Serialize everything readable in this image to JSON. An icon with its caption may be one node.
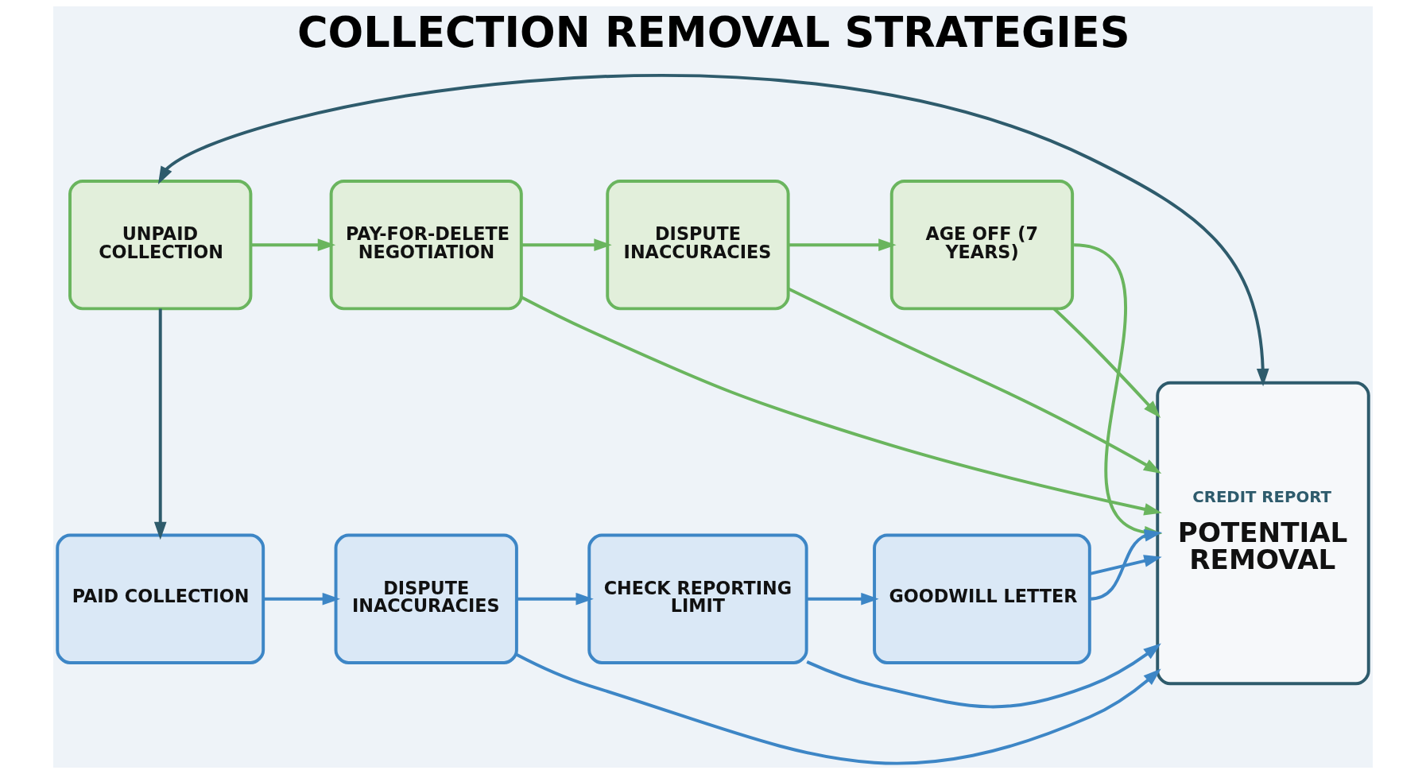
{
  "diagram": {
    "title": "COLLECTION REMOVAL STRATEGIES",
    "nodes": [
      {
        "text": [
          "UNPAID COLLECTION"
        ]
      },
      {
        "text": [
          "PAY-FOR-DELETE NEGOTIATION"
        ]
      },
      {
        "text": [
          "DISPUTE INACCURACIES"
        ]
      },
      {
        "text": [
          "AGE OFF (7 YEARS)"
        ]
      },
      {
        "text": [
          "CREDIT REPORT",
          "POTENTIAL REMOVAL"
        ]
      },
      {
        "text": [
          "PAID COLLECTION"
        ]
      },
      {
        "text": [
          "DISPUTE INACCURACIES"
        ]
      },
      {
        "text": [
          "CHECK REPORTING LIMIT"
        ]
      },
      {
        "text": [
          "GOODWILL LETTER"
        ]
      }
    ],
    "edges": [
      {
        "from": 0,
        "to": 4,
        "arrow": "both",
        "color": "#2e5b6c"
      },
      {
        "from": 0,
        "to": 1,
        "arrow": "to",
        "color": "#6ab55e"
      },
      {
        "from": 1,
        "to": 2,
        "arrow": "to",
        "color": "#6ab55e"
      },
      {
        "from": 2,
        "to": 3,
        "arrow": "to",
        "color": "#6ab55e"
      },
      {
        "from": 3,
        "to": 4,
        "arrow": "to",
        "color": "#6ab55e"
      },
      {
        "from": 1,
        "to": 4,
        "arrow": "to",
        "color": "#6ab55e"
      },
      {
        "from": 2,
        "to": 4,
        "arrow": "to",
        "color": "#6ab55e"
      },
      {
        "from": 3,
        "to": 4,
        "arrow": "to",
        "color": "#6ab55e"
      },
      {
        "from": 0,
        "to": 5,
        "arrow": "to",
        "color": "#2e5b6c"
      },
      {
        "from": 5,
        "to": 6,
        "arrow": "to",
        "color": "#3d86c6"
      },
      {
        "from": 6,
        "to": 7,
        "arrow": "to",
        "color": "#3d86c6"
      },
      {
        "from": 7,
        "to": 8,
        "arrow": "to",
        "color": "#3d86c6"
      },
      {
        "from": 6,
        "to": 4,
        "arrow": "to",
        "color": "#3d86c6"
      },
      {
        "from": 7,
        "to": 4,
        "arrow": "to",
        "color": "#3d86c6"
      },
      {
        "from": 8,
        "to": 4,
        "arrow": "to",
        "color": "#3d86c6"
      },
      {
        "from": 8,
        "to": 4,
        "arrow": "to",
        "color": "#3d86c6"
      }
    ]
  }
}
